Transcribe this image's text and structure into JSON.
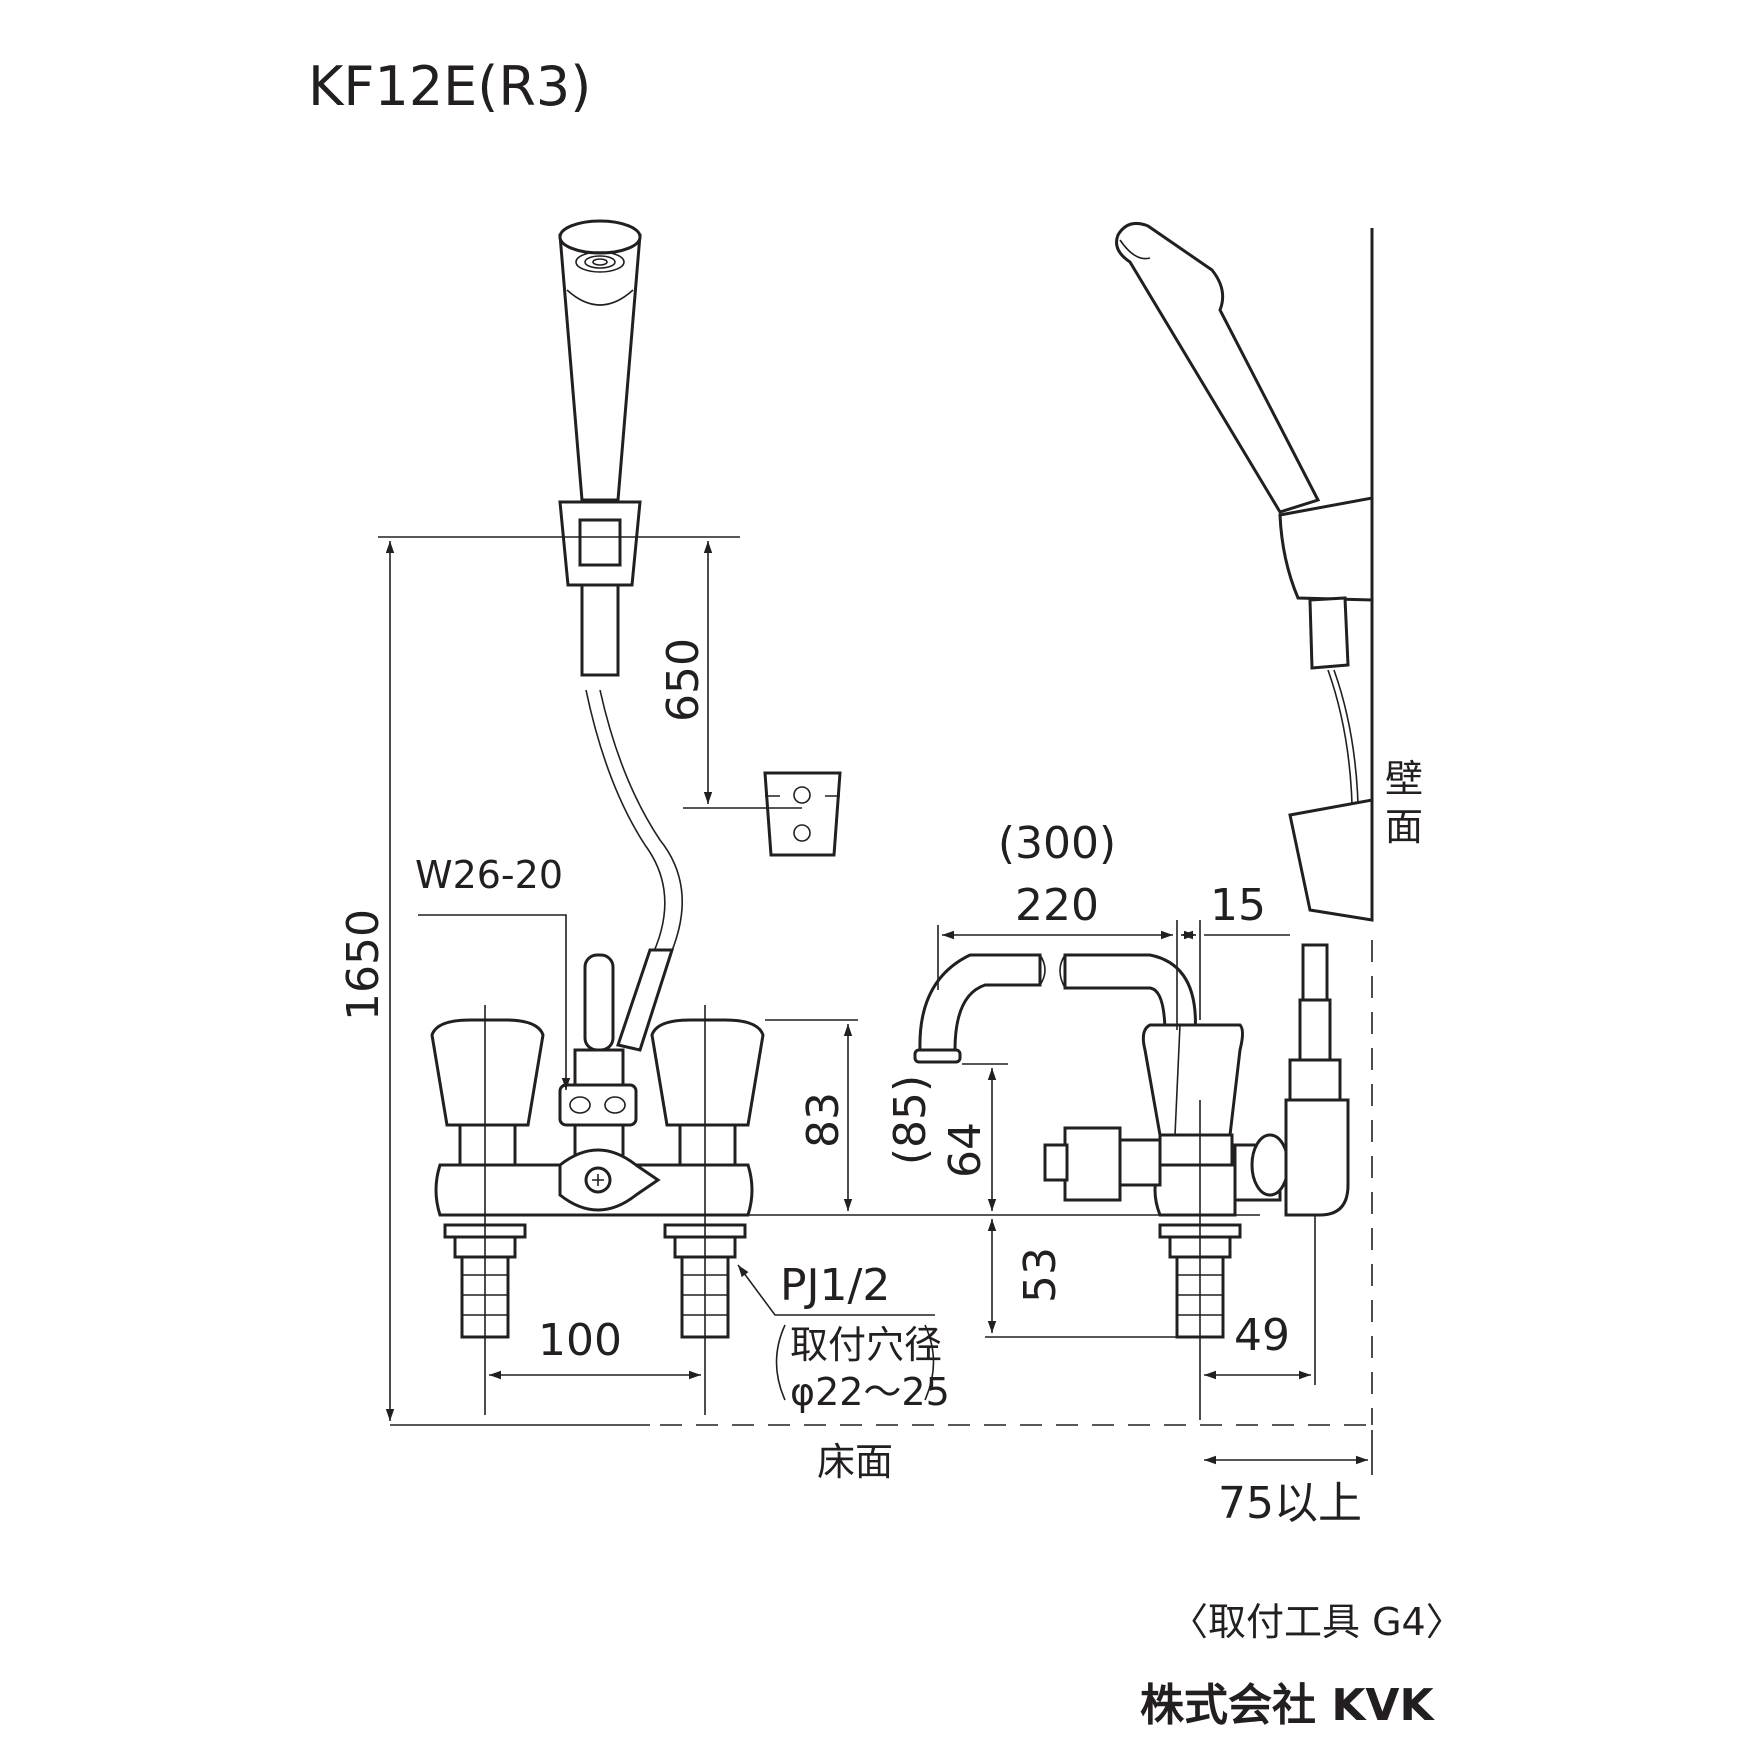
{
  "title": "KF12E(R3)",
  "labels": {
    "connector": "W26-20",
    "thread": "PJ1/2",
    "mount_hole_line1": "取付穴径",
    "mount_hole_line2": "φ22〜25",
    "wall": "壁面",
    "wall_ch1": "壁",
    "wall_ch2": "面",
    "floor": "床面",
    "tool": "〈取付工具 G4〉"
  },
  "dimensions": {
    "total_height": "1650",
    "hook_height": "650",
    "spout_reach_ref": "(300)",
    "spout_reach": "220",
    "wall_offset": "15",
    "body_height": "83",
    "spout_height_ref": "(85)",
    "spout_height": "64",
    "below_deck": "53",
    "hole_pitch": "100",
    "pipe_offset": "49",
    "wall_clearance": "75以上"
  },
  "maker": "株式会社 KVK",
  "icons": [
    "hand-shower-icon",
    "shower-hook-icon",
    "faucet-front-icon",
    "faucet-side-icon"
  ]
}
